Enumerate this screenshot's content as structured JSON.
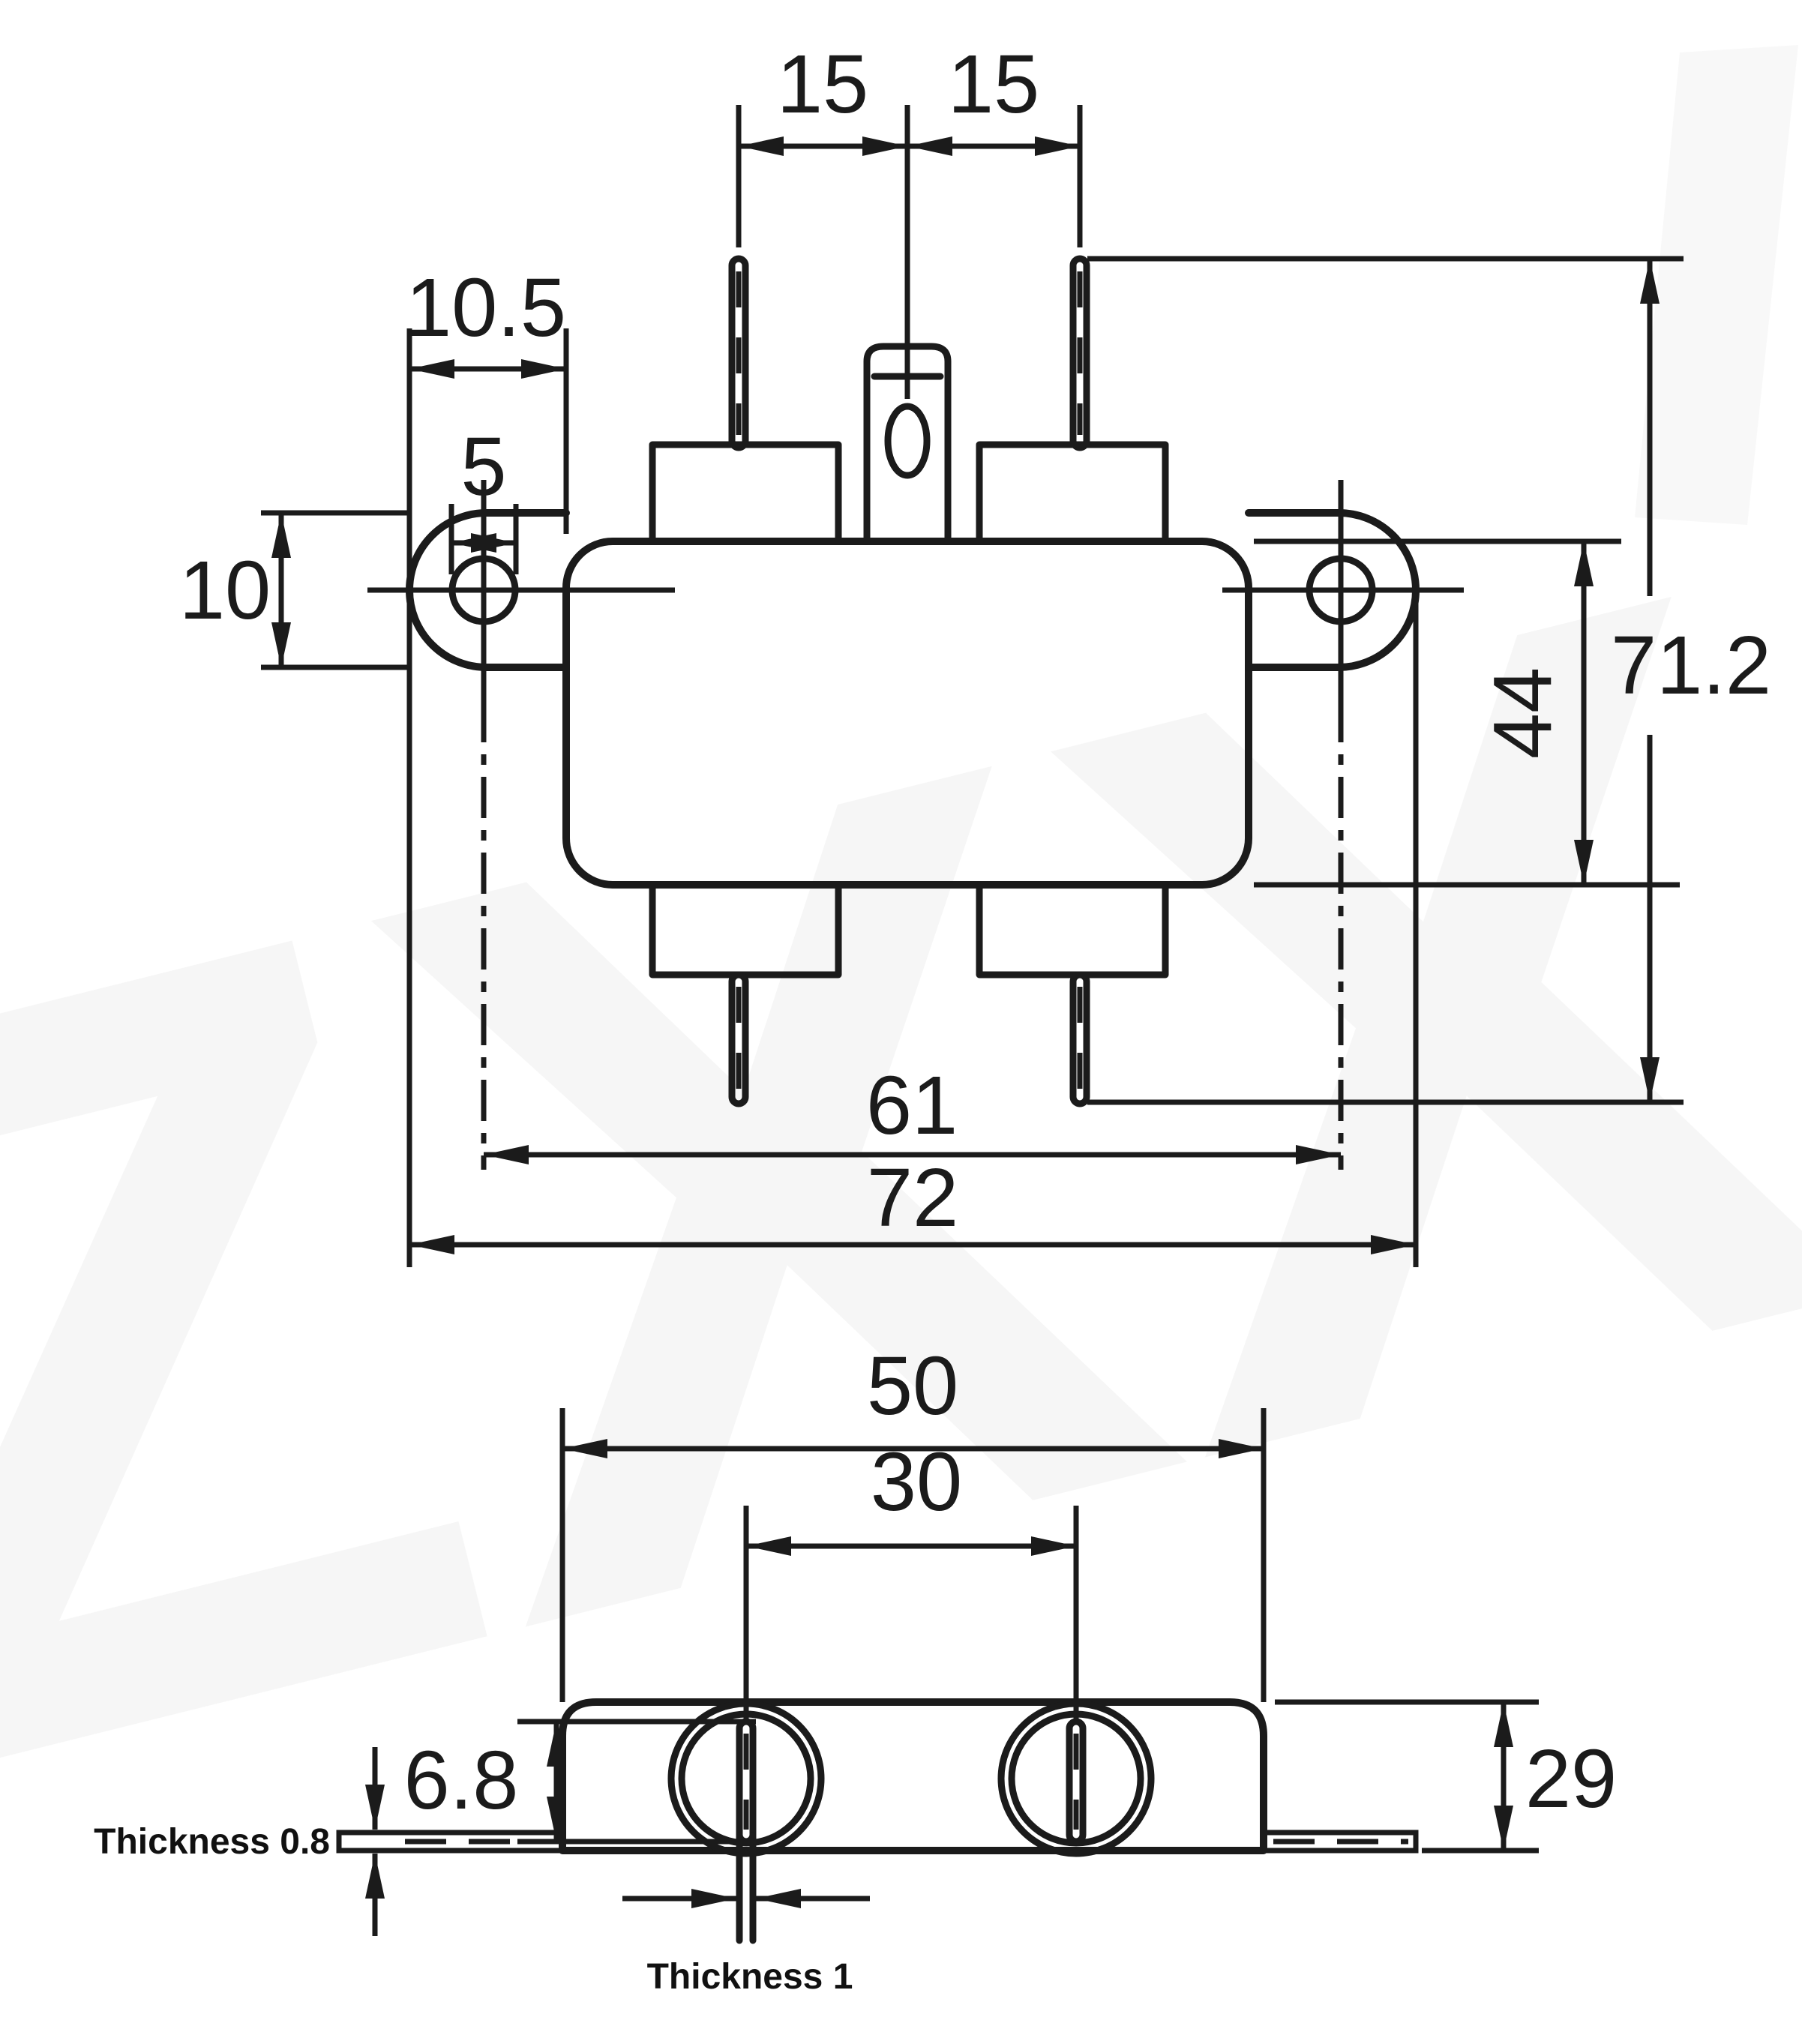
{
  "drawing": {
    "type": "mechanical-dimension-drawing",
    "component": "EMI power line filter, two views",
    "watermark": {
      "text": "ZXX"
    },
    "colors": {
      "line": "#1b1b1b",
      "background": "#ffffff",
      "watermark": "#efefef"
    },
    "front_view": {
      "dims": {
        "pin_spacing_left": "15",
        "pin_spacing_right": "15",
        "tab_to_body": "10.5",
        "slot_width": "5",
        "tab_height": "10",
        "body_height": "44",
        "overall_height": "71.2",
        "hole_spacing": "61",
        "overall_width": "72"
      }
    },
    "bottom_view": {
      "dims": {
        "plate_width": "50",
        "bushing_spacing": "30",
        "pin_length": "6.8",
        "plate_height": "29"
      },
      "notes": {
        "flange_thickness": "Thickness 0.8",
        "pin_thickness": "Thickness 1"
      }
    }
  }
}
